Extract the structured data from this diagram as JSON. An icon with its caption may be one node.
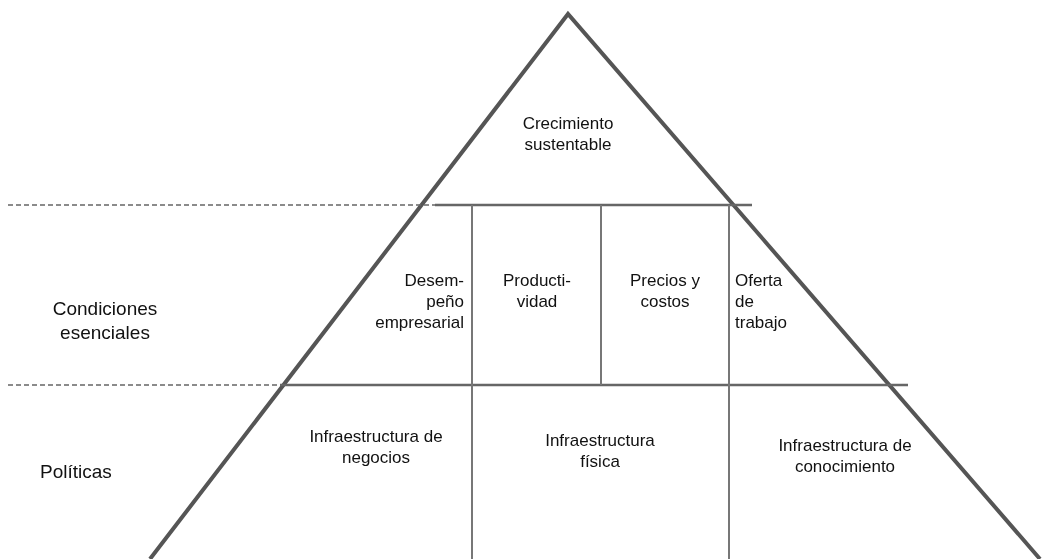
{
  "diagram": {
    "nodes": [
      {
        "text": [
          "Crecimiento sustentable"
        ]
      },
      {
        "text": [
          "Desem- peño empresarial"
        ]
      },
      {
        "text": [
          "Producti- vidad"
        ]
      },
      {
        "text": [
          "Precios y costos"
        ]
      },
      {
        "text": [
          "Oferta de trabajo"
        ]
      },
      {
        "text": [
          "Infraestructura de negocios"
        ]
      },
      {
        "text": [
          "Infraestructura física"
        ]
      },
      {
        "text": [
          "Infraestructura de conocimiento"
        ]
      }
    ],
    "labels": [
      "Condiciones esenciales",
      "Políticas"
    ]
  }
}
